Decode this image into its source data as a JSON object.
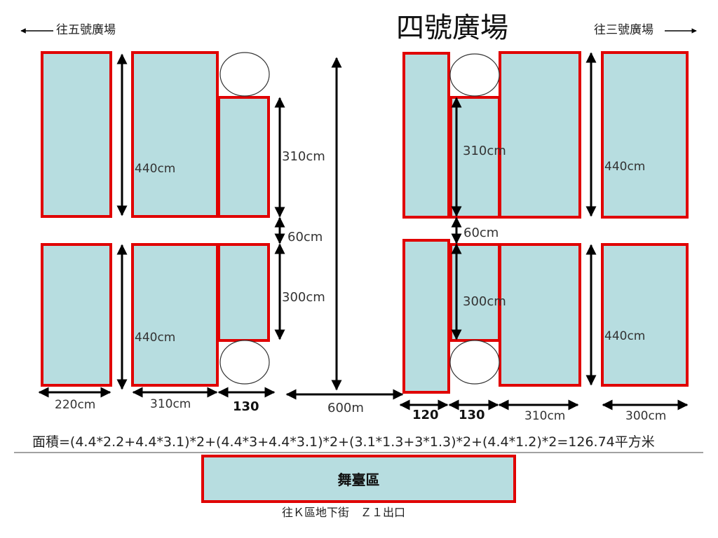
{
  "header": {
    "title": "四號廣場",
    "nav_left": "往五號廣場",
    "nav_right": "往三號廣場"
  },
  "dimensions": {
    "d440": "440cm",
    "d310": "310cm",
    "d60": "60cm",
    "d300": "300cm",
    "d220": "220cm",
    "d130": "130",
    "d600": "600m",
    "d120": "120"
  },
  "formula": "面積=(4.4*2.2+4.4*3.1)*2+(4.4*3+4.4*3.1)*2+(3.1*1.3+3*1.3)*2+(4.4*1.2)*2=126.74平方米",
  "stage": {
    "label": "舞臺區"
  },
  "exit": "往Ｋ區地下街　Ｚ１出口",
  "colors": {
    "booth_fill": "#b7dde0",
    "booth_border": "#e00000",
    "arrow": "#000000"
  }
}
